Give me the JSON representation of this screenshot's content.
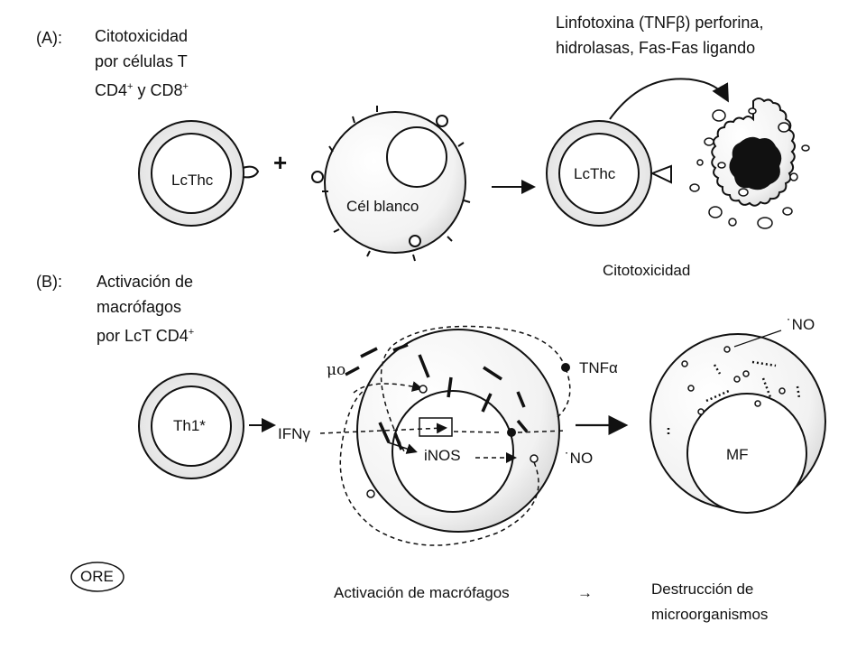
{
  "panel_a": {
    "label": "(A):",
    "title_lines": [
      "Citotoxicidad",
      "por células T"
    ],
    "subtitle": {
      "cd4": "CD4",
      "cd8": "CD8",
      "sup": "+",
      "y": "y"
    },
    "mechanisms_lines": [
      "Linfotoxina (TNFβ) perforina,",
      "hidrolasas, Fas-Fas ligando"
    ],
    "t_cell_label": "LcThc",
    "plus_sign": "+",
    "target_cell_label": "Cél blanco",
    "arrow": "→",
    "t_cell_label_2": "LcThc",
    "result_caption": "Citotoxicidad"
  },
  "panel_b": {
    "label": "(B):",
    "title_lines": [
      "Activación de",
      "macrófagos"
    ],
    "subtitle": {
      "text": "por LcT CD4",
      "sup": "+"
    },
    "th1_label": "Th1*",
    "ifn_label": "IFNγ",
    "mu_label": "μo",
    "tnf_label": "TNFα",
    "inos_label": "iNOS",
    "no_label": "˙NO",
    "no_label_2": "˙NO",
    "mf_label": "MF",
    "ore_label": "ORE",
    "footer_left": "Activación de macrófagos",
    "footer_arrow": "→",
    "footer_right_lines": [
      "Destrucción de",
      "microorganismos"
    ]
  }
}
